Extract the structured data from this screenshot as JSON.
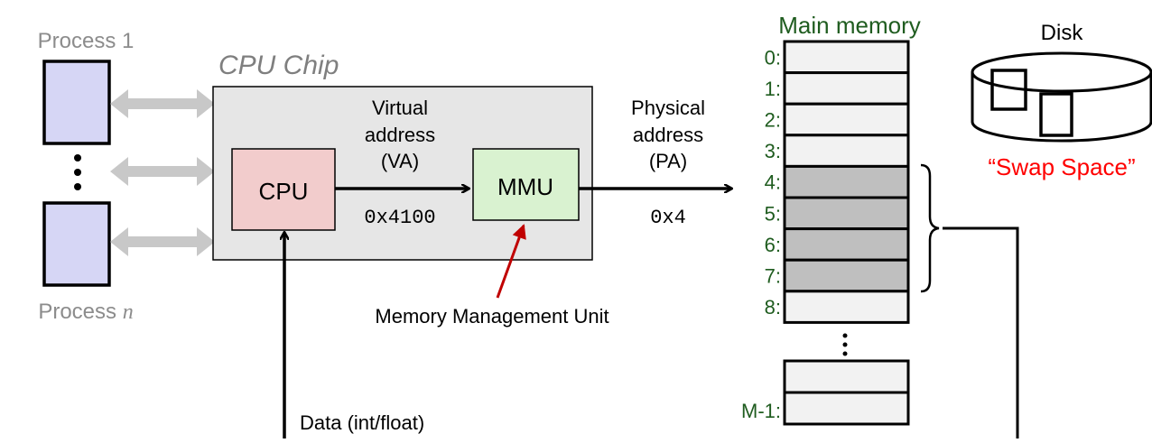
{
  "processes": {
    "first_label": "Process 1",
    "last_label_prefix": "Process ",
    "last_label_var": "n"
  },
  "cpu_chip": {
    "title": "CPU Chip",
    "cpu_label": "CPU",
    "mmu_label": "MMU",
    "virtual_address": {
      "line1": "Virtual",
      "line2": "address",
      "line3": "(VA)",
      "value": "0x4100"
    },
    "mmu_callout": "Memory Management Unit"
  },
  "physical_address": {
    "line1": "Physical",
    "line2": "address",
    "line3": "(PA)",
    "value": "0x4"
  },
  "data_bus_label": "Data (int/float)",
  "main_memory": {
    "title": "Main memory",
    "rows": [
      {
        "label": "0:",
        "shaded": false
      },
      {
        "label": "1:",
        "shaded": false
      },
      {
        "label": "2:",
        "shaded": false
      },
      {
        "label": "3:",
        "shaded": false
      },
      {
        "label": "4:",
        "shaded": true
      },
      {
        "label": "5:",
        "shaded": true
      },
      {
        "label": "6:",
        "shaded": true
      },
      {
        "label": "7:",
        "shaded": true
      },
      {
        "label": "8:",
        "shaded": false
      }
    ],
    "last_label": "M-1:"
  },
  "disk": {
    "title": "Disk",
    "swap_label": "“Swap Space”"
  },
  "colors": {
    "process_fill": "#d6d6f5",
    "chip_fill": "#e6e6e6",
    "cpu_fill": "#f2cccc",
    "mmu_fill": "#d9f2d0",
    "memory_cell": "#f2f2f2",
    "memory_shaded": "#bfbfbf",
    "memory_label": "#1f5c1f",
    "process_label": "#8c8c8c",
    "swap_label": "#ff0000",
    "callout_arrow": "#c00000",
    "double_arrow": "#c8c8c8"
  }
}
